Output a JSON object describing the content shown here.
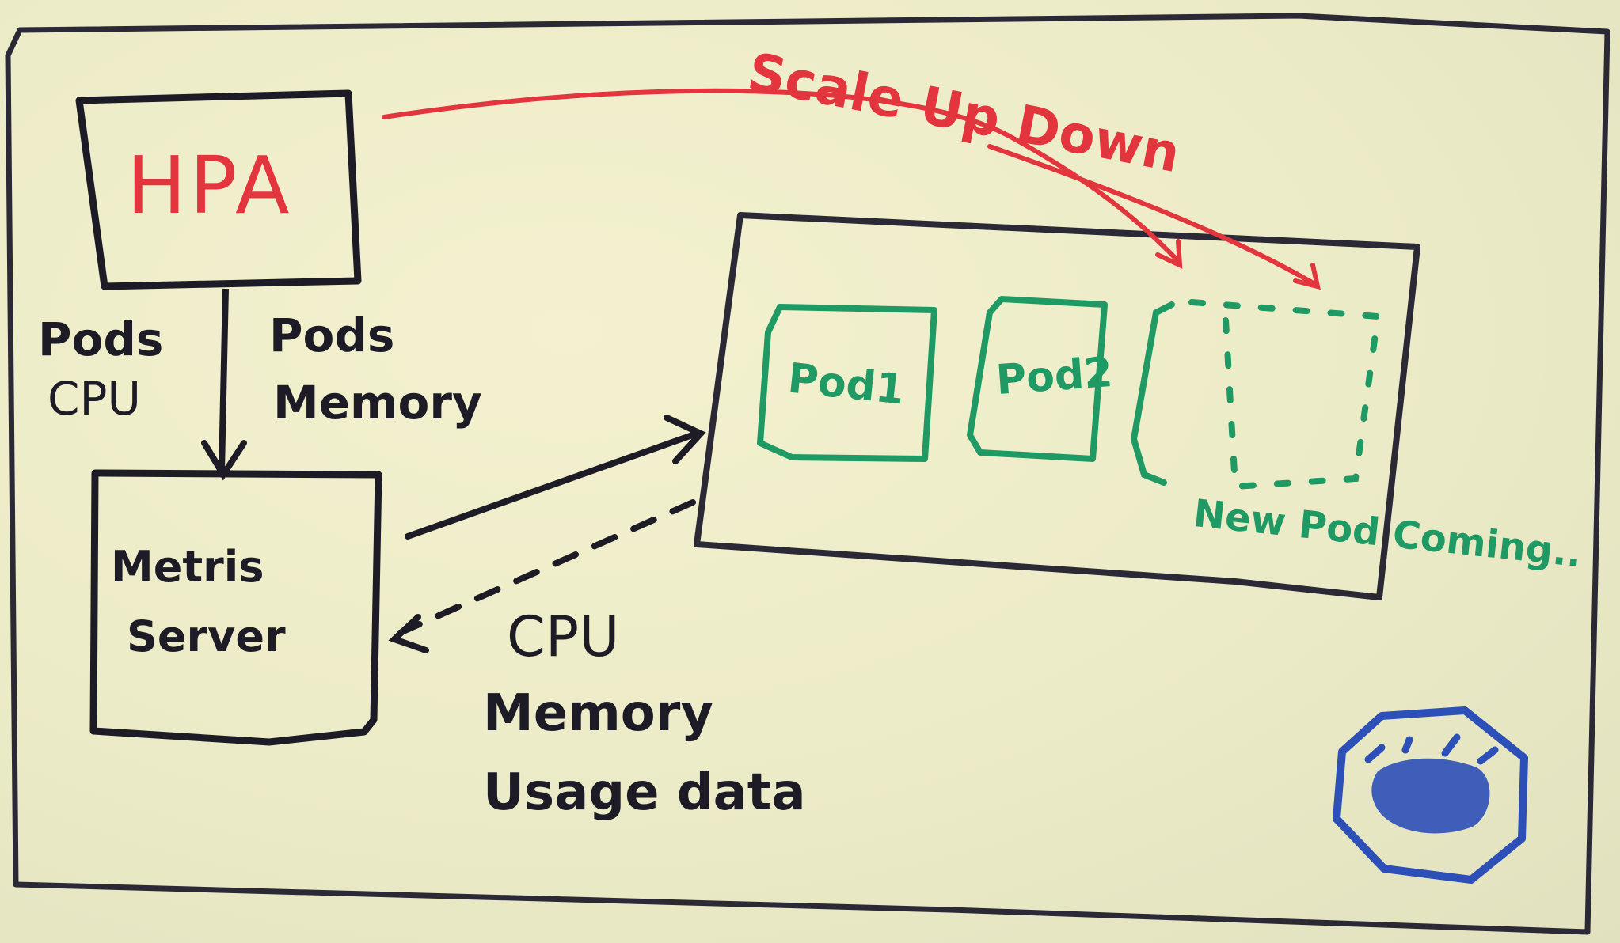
{
  "diagram": {
    "hpa_label": "HPA",
    "scale_label": "Scale Up Down",
    "pods_cpu_label_line1": "Pods",
    "pods_cpu_label_line2": "CPU",
    "pods_memory_label_line1": "Pods",
    "pods_memory_label_line2": "Memory",
    "metrics_label_line1": "Metris",
    "metrics_label_line2": "Server",
    "usage_label_line1": "CPU",
    "usage_label_line2": "Memory",
    "usage_label_line3": "Usage data",
    "pod1_label": "Pod1",
    "pod2_label": "Pod2",
    "new_pod_label": "New Pod Coming..",
    "logo_icon": "kubernetes-helm-icon"
  },
  "colors": {
    "paper": "#ecebc7",
    "black_ink": "#1d1c26",
    "red_ink": "#e3353e",
    "green_ink": "#1f9a64",
    "blue_ink": "#2c4fb8"
  }
}
